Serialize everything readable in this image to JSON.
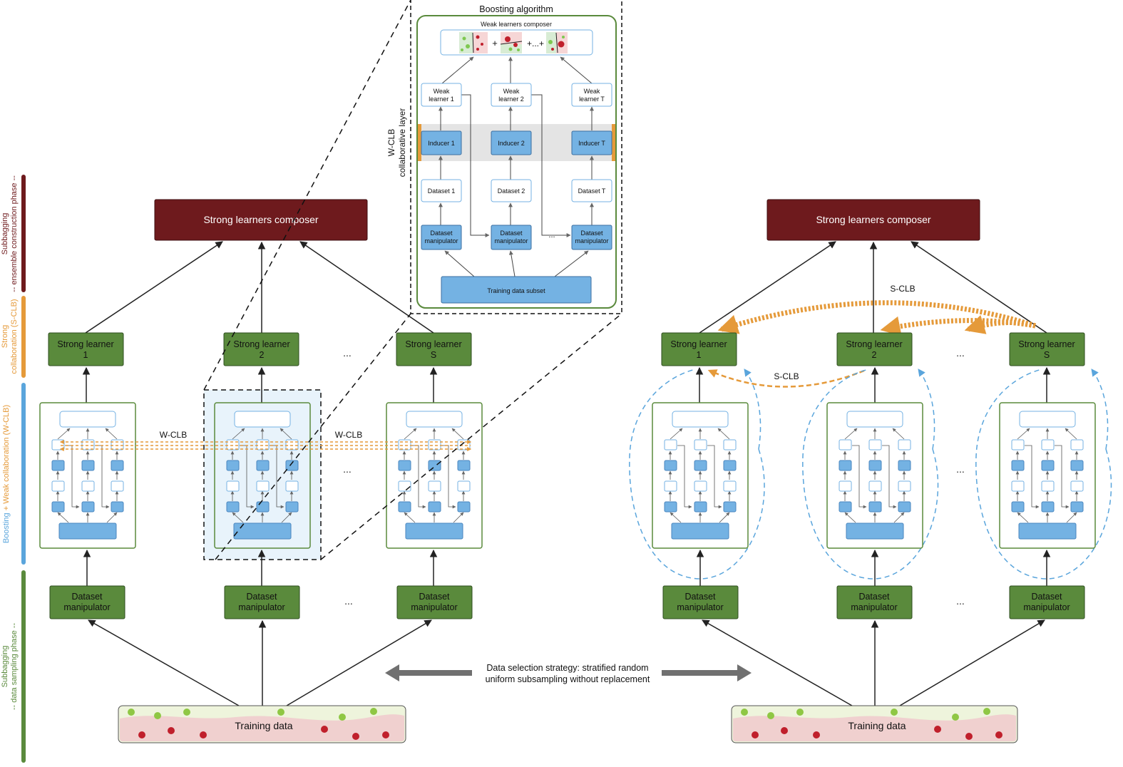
{
  "phases": {
    "ensemble_construction": {
      "line1": "Subbagging",
      "line2": "-- ensemble construction phase --",
      "color": "#6e1a1d"
    },
    "strong_collab": {
      "line1": "Strong",
      "line2": "collaboration (S-CLB)",
      "color": "#e59a3a"
    },
    "boosting_weak": {
      "part1": "Boosting",
      "part2": " + Weak collaboration (W-CLB)",
      "color": "#5aa5dc"
    },
    "data_sampling": {
      "line1": "Subbagging",
      "line2": "-- data sampling phase --",
      "color": "#5a8a3c"
    }
  },
  "left": {
    "composer": "Strong learners composer",
    "strong_learners": [
      {
        "line1": "Strong learner",
        "line2": "1"
      },
      {
        "line1": "Strong learner",
        "line2": "2"
      },
      {
        "line1": "Strong learner",
        "line2": "S"
      }
    ],
    "dataset_manipulator": {
      "line1": "Dataset",
      "line2": "manipulator"
    },
    "training_data": "Training data",
    "wclb_label": "W-CLB",
    "ellipsis": "..."
  },
  "right": {
    "composer": "Strong learners composer",
    "strong_learners": [
      {
        "line1": "Strong learner",
        "line2": "1"
      },
      {
        "line1": "Strong learner",
        "line2": "2"
      },
      {
        "line1": "Strong learner",
        "line2": "S"
      }
    ],
    "dataset_manipulator": {
      "line1": "Dataset",
      "line2": "manipulator"
    },
    "training_data": "Training data",
    "sclb_label": "S-CLB",
    "ellipsis": "..."
  },
  "boosting": {
    "title": "Boosting algorithm",
    "composer": "Weak learners composer",
    "weak_learners": [
      {
        "line1": "Weak",
        "line2": "learner 1"
      },
      {
        "line1": "Weak",
        "line2": "learner 2"
      },
      {
        "line1": "Weak",
        "line2": "learner T"
      }
    ],
    "inducers": [
      "Inducer 1",
      "Inducer 2",
      "Inducer T"
    ],
    "datasets": [
      "Dataset 1",
      "Dataset 2",
      "Dataset T"
    ],
    "manipulator": {
      "line1": "Dataset",
      "line2": "manipulator"
    },
    "training_subset": "Training data subset",
    "layer_label": {
      "line1": "W-CLB",
      "line2": "collaborative layer"
    },
    "plus": "+",
    "plus_dots": "+...+",
    "dots": "..."
  },
  "strategy": {
    "line1": "Data selection strategy:  stratified random",
    "line2": "uniform subsampling without replacement"
  },
  "colors": {
    "dark_red": "#6e1a1d",
    "green": "#5a8a3c",
    "green_border": "#2e4d1f",
    "blue": "#74b2e3",
    "blue_border": "#3b6fa0",
    "orange": "#e59a3a",
    "gray_arrow": "#707070"
  }
}
